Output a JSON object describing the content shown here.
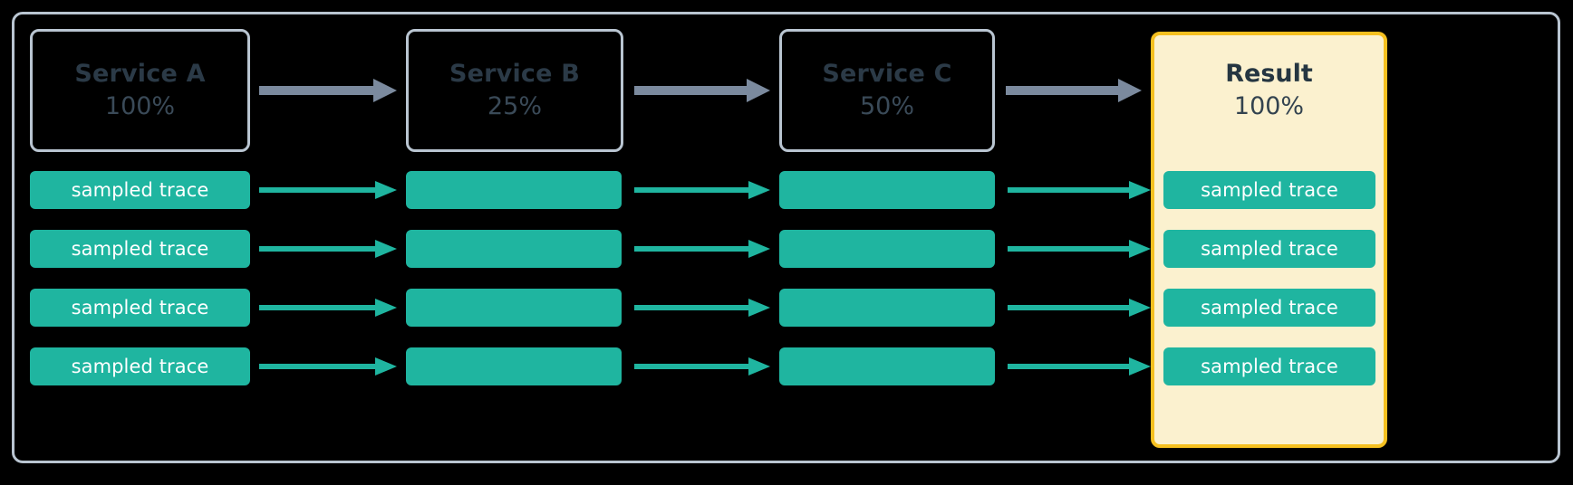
{
  "diagram": {
    "title": "Trace sampling propagation",
    "background": "#000000",
    "colors": {
      "frame_border": "#b9c5d1",
      "box_border": "#b9c5d1",
      "box_text": "#2b3a47",
      "result_fill": "#fbf1cf",
      "result_border": "#f5c020",
      "trace_fill": "#1fb5a0",
      "trace_text": "#ffffff",
      "arrow_gray": "#7b8a9e",
      "arrow_teal": "#1fb5a0"
    }
  },
  "nodes": [
    {
      "id": "service-a",
      "title": "Service A",
      "percent": "100%",
      "kind": "service"
    },
    {
      "id": "service-b",
      "title": "Service B",
      "percent": "25%",
      "kind": "service"
    },
    {
      "id": "service-c",
      "title": "Service C",
      "percent": "50%",
      "kind": "service"
    },
    {
      "id": "result",
      "title": "Result",
      "percent": "100%",
      "kind": "result"
    }
  ],
  "trace_rows": [
    {
      "row": 1,
      "cells": [
        {
          "column": "service-a",
          "label": "sampled trace",
          "has_label": true
        },
        {
          "column": "service-b",
          "label": "",
          "has_label": false
        },
        {
          "column": "service-c",
          "label": "",
          "has_label": false
        },
        {
          "column": "result",
          "label": "sampled trace",
          "has_label": true
        }
      ]
    },
    {
      "row": 2,
      "cells": [
        {
          "column": "service-a",
          "label": "sampled trace",
          "has_label": true
        },
        {
          "column": "service-b",
          "label": "",
          "has_label": false
        },
        {
          "column": "service-c",
          "label": "",
          "has_label": false
        },
        {
          "column": "result",
          "label": "sampled trace",
          "has_label": true
        }
      ]
    },
    {
      "row": 3,
      "cells": [
        {
          "column": "service-a",
          "label": "sampled trace",
          "has_label": true
        },
        {
          "column": "service-b",
          "label": "",
          "has_label": false
        },
        {
          "column": "service-c",
          "label": "",
          "has_label": false
        },
        {
          "column": "result",
          "label": "sampled trace",
          "has_label": true
        }
      ]
    },
    {
      "row": 4,
      "cells": [
        {
          "column": "service-a",
          "label": "sampled trace",
          "has_label": true
        },
        {
          "column": "service-b",
          "label": "",
          "has_label": false
        },
        {
          "column": "service-c",
          "label": "",
          "has_label": false
        },
        {
          "column": "result",
          "label": "sampled trace",
          "has_label": true
        }
      ]
    }
  ],
  "connectors": {
    "header_arrows": [
      {
        "from": "service-a",
        "to": "service-b",
        "color": "gray"
      },
      {
        "from": "service-b",
        "to": "service-c",
        "color": "gray"
      },
      {
        "from": "service-c",
        "to": "result",
        "color": "gray"
      }
    ],
    "trace_arrows_per_row": [
      {
        "from": "service-a",
        "to": "service-b",
        "color": "teal"
      },
      {
        "from": "service-b",
        "to": "service-c",
        "color": "teal"
      },
      {
        "from": "service-c",
        "to": "result",
        "color": "teal"
      }
    ]
  }
}
